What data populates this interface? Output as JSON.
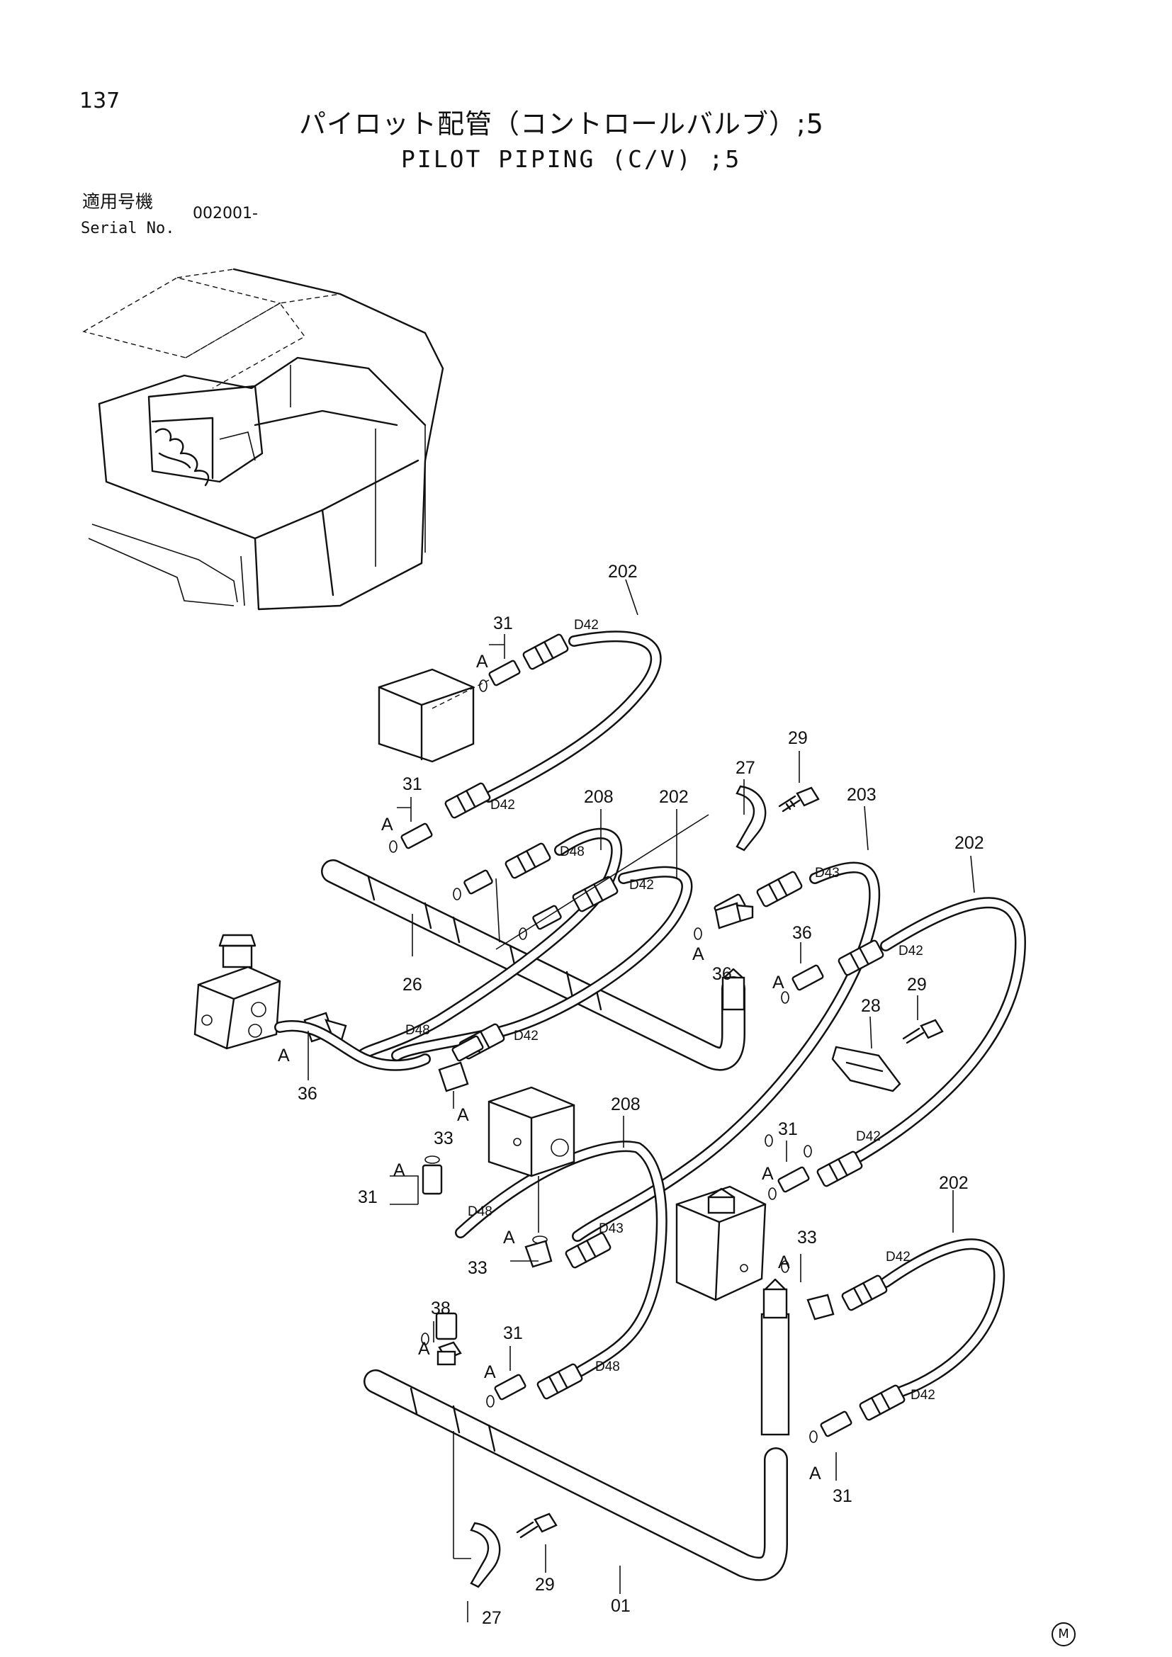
{
  "page_number": "137",
  "title_jp": "パイロット配管（コントロールバルブ）;5",
  "title_en": "PILOT PIPING (C/V) ;5",
  "serial": {
    "label_jp": "適用号機",
    "label_en": "Serial No.",
    "value": "002001-"
  },
  "corner_mark": "M",
  "callouts": {
    "p202": "202",
    "p208": "208",
    "p203": "203",
    "p26": "26",
    "p01": "01",
    "p27": "27",
    "p28": "28",
    "p29": "29",
    "p31": "31",
    "p33": "33",
    "p36": "36",
    "p38": "38",
    "a": "A",
    "d42": "D42",
    "d43": "D43",
    "d48": "D48"
  }
}
